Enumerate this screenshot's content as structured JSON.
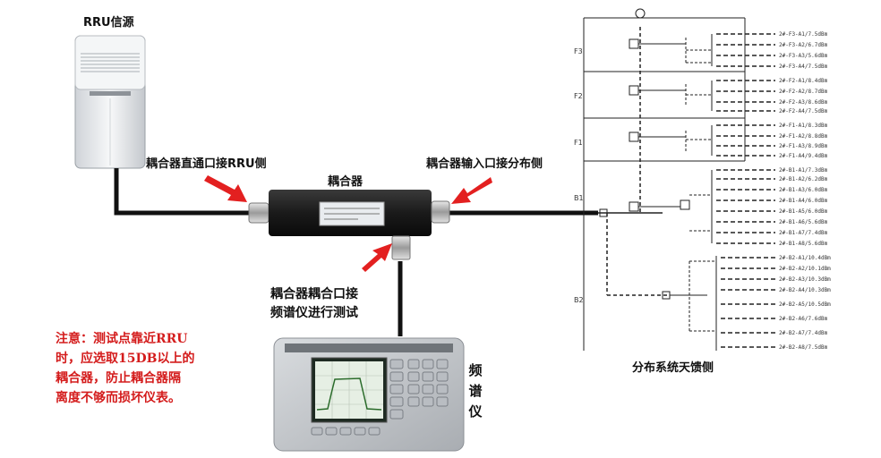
{
  "labels": {
    "rru_source": "RRU信源",
    "coupler": "耦合器",
    "left_arrow_text": "耦合器直通口接RRU侧",
    "right_arrow_text": "耦合器输入口接分布侧",
    "bottom_arrow_text_1": "耦合器耦合口接",
    "bottom_arrow_text_2": "频谱仪进行测试",
    "spectrum_analyzer": [
      "频",
      "谱",
      "仪"
    ],
    "distribution_side": "分布系统天馈侧"
  },
  "note": {
    "lines": [
      "注意：测试点靠近RRU",
      "时，应选取15DB以上的",
      "耦合器，防止耦合器隔",
      "离度不够而损坏仪表。"
    ]
  },
  "diagram": {
    "floors": [
      "F3",
      "F2",
      "F1",
      "B1",
      "B2"
    ],
    "antennas_f3": [
      "2#-F3-A1/7.5dBm",
      "2#-F3-A2/6.7dBm",
      "2#-F3-A3/5.6dBm",
      "2#-F3-A4/7.5dBm"
    ],
    "antennas_f2": [
      "2#-F2-A1/8.4dBm",
      "2#-F2-A2/8.7dBm",
      "2#-F2-A3/8.6dBm",
      "2#-F2-A4/7.5dBm"
    ],
    "antennas_f1": [
      "2#-F1-A1/8.3dBm",
      "2#-F1-A2/8.8dBm",
      "2#-F1-A3/8.9dBm",
      "2#-F1-A4/9.4dBm"
    ],
    "antennas_b1": [
      "2#-B1-A1/7.3dBm",
      "2#-B1-A2/6.2dBm",
      "2#-B1-A3/6.0dBm",
      "2#-B1-A4/6.0dBm",
      "2#-B1-A5/6.0dBm",
      "2#-B1-A6/5.6dBm",
      "2#-B1-A7/7.4dBm",
      "2#-B1-A8/5.6dBm"
    ],
    "antennas_b2": [
      "2#-B2-A1/10.4dBm",
      "2#-B2-A2/10.1dBm",
      "2#-B2-A3/10.3dBm",
      "2#-B2-A4/10.3dBm",
      "2#-B2-A5/10.5dBm",
      "2#-B2-A6/7.6dBm",
      "2#-B2-A7/7.4dBm",
      "2#-B2-A8/7.5dBm"
    ]
  },
  "colors": {
    "arrow": "#e32020",
    "cable": "#111111",
    "note_text": "#d41c1c"
  }
}
